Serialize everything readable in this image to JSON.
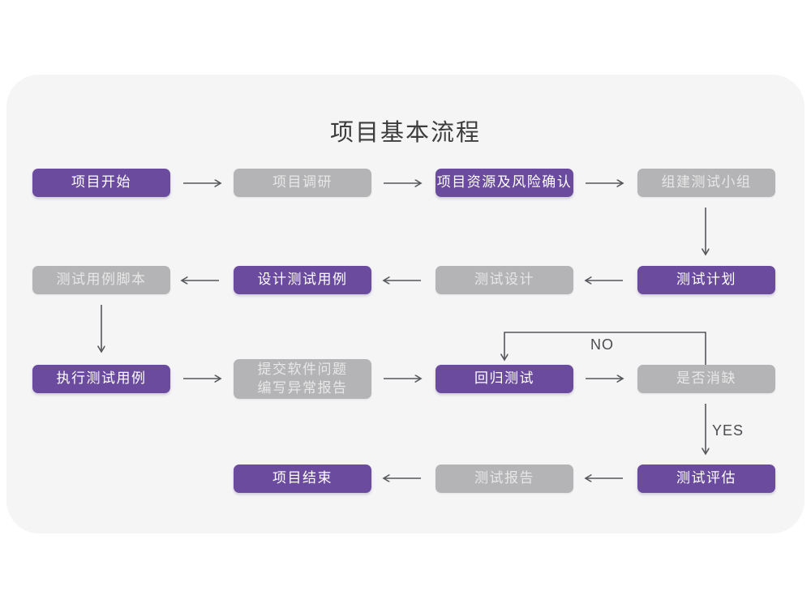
{
  "title": "项目基本流程",
  "labels": {
    "no": "NO",
    "yes": "YES"
  },
  "colors": {
    "node_purple": "#6B4B9D",
    "node_gray": "#B4B4B6",
    "line": "#55565A",
    "card_bg": "#F5F5F6"
  },
  "nodes": [
    {
      "id": "project-start",
      "label": "项目开始",
      "variant": "purple"
    },
    {
      "id": "project-research",
      "label": "项目调研",
      "variant": "gray"
    },
    {
      "id": "resources-risk",
      "label": "项目资源及风险确认",
      "variant": "purple"
    },
    {
      "id": "form-test-team",
      "label": "组建测试小组",
      "variant": "gray"
    },
    {
      "id": "test-case-scripts",
      "label": "测试用例脚本",
      "variant": "gray"
    },
    {
      "id": "design-test-cases",
      "label": "设计测试用例",
      "variant": "purple"
    },
    {
      "id": "test-design",
      "label": "测试设计",
      "variant": "gray"
    },
    {
      "id": "test-plan",
      "label": "测试计划",
      "variant": "purple"
    },
    {
      "id": "execute-test-cases",
      "label": "执行测试用例",
      "variant": "purple"
    },
    {
      "id": "submit-issue-report",
      "label": "提交软件问题\n编写异常报告",
      "variant": "gray"
    },
    {
      "id": "regression-test",
      "label": "回归测试",
      "variant": "purple"
    },
    {
      "id": "defects-cleared",
      "label": "是否消缺",
      "variant": "gray"
    },
    {
      "id": "project-end",
      "label": "项目结束",
      "variant": "purple"
    },
    {
      "id": "test-report",
      "label": "测试报告",
      "variant": "gray"
    },
    {
      "id": "test-evaluation",
      "label": "测试评估",
      "variant": "purple"
    }
  ]
}
